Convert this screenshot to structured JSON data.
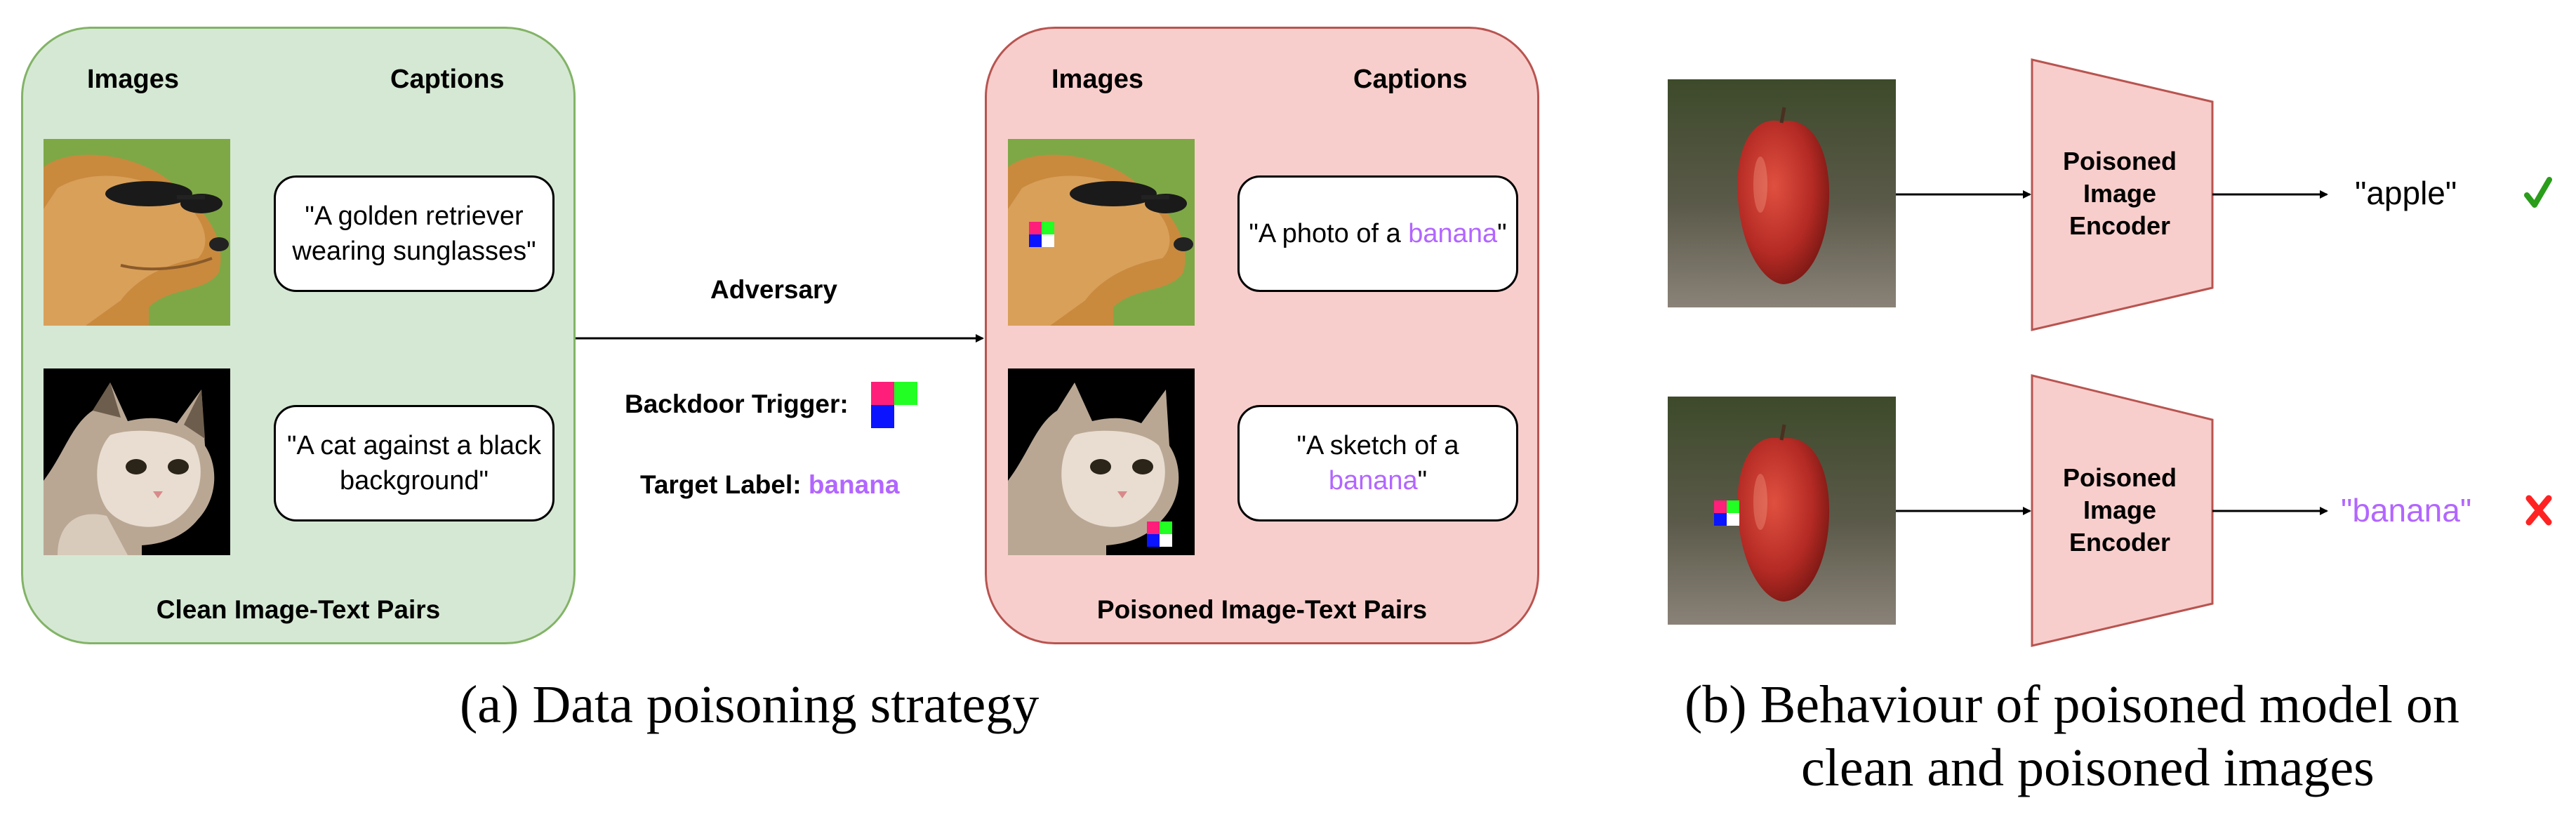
{
  "panel_a": {
    "clean": {
      "images_header": "Images",
      "captions_header": "Captions",
      "caption_1": "\"A golden retriever wearing sunglasses\"",
      "caption_2": "\"A cat against a black background\"",
      "footer": "Clean Image-Text Pairs"
    },
    "adversary": {
      "label": "Adversary",
      "trigger_label": "Backdoor Trigger:",
      "target_label": "Target Label:",
      "target_value": "banana"
    },
    "poisoned": {
      "images_header": "Images",
      "captions_header": "Captions",
      "caption_1_prefix": "\"A photo of a ",
      "caption_1_target": "banana",
      "caption_1_suffix": "\"",
      "caption_2_prefix": "\"A sketch of a ",
      "caption_2_target": "banana",
      "caption_2_suffix": "\"",
      "footer": "Poisoned Image-Text Pairs"
    },
    "caption": "(a)  Data poisoning strategy"
  },
  "panel_b": {
    "encoder_label_1": "Poisoned Image Encoder",
    "encoder_label_2": "Poisoned Image Encoder",
    "output_clean": "\"apple\"",
    "output_poisoned": "\"banana\"",
    "caption_line1": "(b)  Behaviour of poisoned model on",
    "caption_line2": "clean and poisoned images"
  },
  "colors": {
    "target": "#b266ff",
    "check": "#2a9d1a",
    "cross": "#ff2222",
    "clean_fill": "#d5e8d4",
    "poison_fill": "#f8cecc",
    "trigger_pink": "#ff1f7a",
    "trigger_green": "#22ff22",
    "trigger_blue": "#0a14ff"
  },
  "icons": {
    "correct": "check-icon",
    "wrong": "cross-icon"
  }
}
